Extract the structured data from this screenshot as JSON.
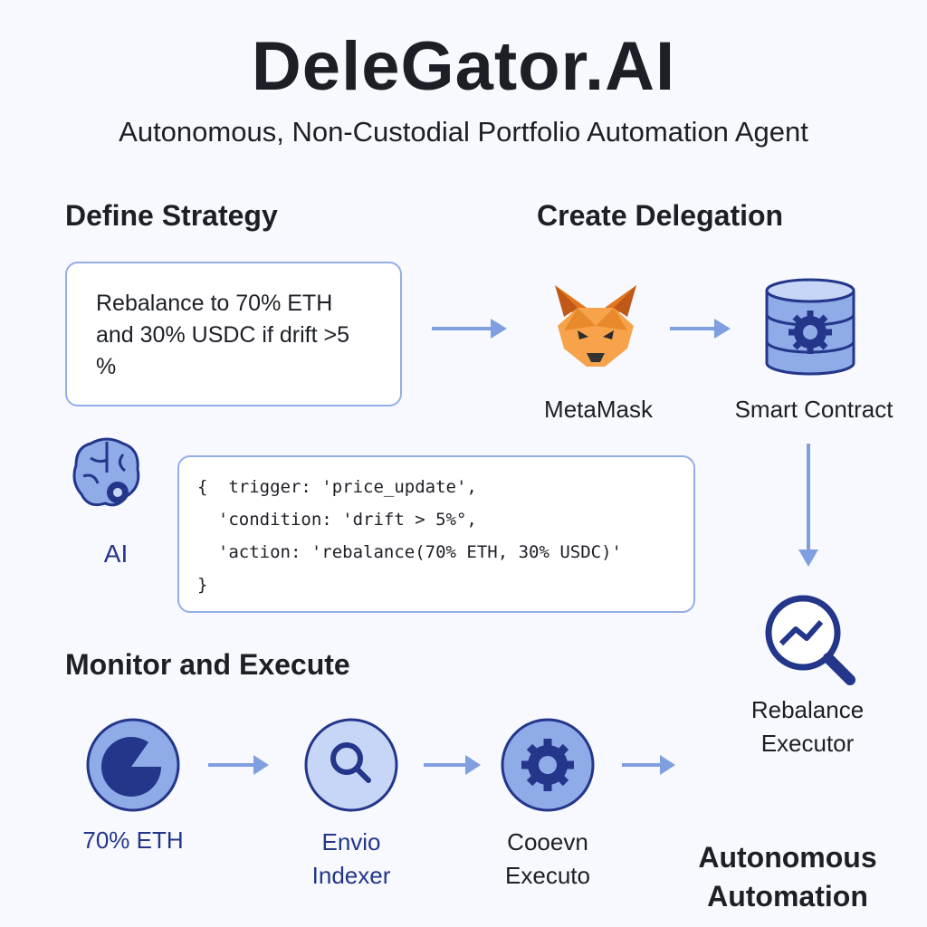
{
  "header": {
    "title": "DeleGator.AI",
    "subtitle": "Autonomous, Non-Custodial Portfolio Automation Agent"
  },
  "sections": {
    "define_strategy": "Define Strategy",
    "create_delegation": "Create Delegation",
    "monitor_execute": "Monitor and Execute"
  },
  "strategy": {
    "lines": [
      "Rebalance to 70% ETH",
      "and 30% USDC if drift >5",
      "%"
    ]
  },
  "delegation": {
    "metamask_label": "MetaMask",
    "smart_contract_label": "Smart Contract"
  },
  "ai": {
    "label": "AI",
    "code_lines": [
      "{  trigger: 'price_update',",
      "  'condition: 'drift > 5%°,",
      "  'action: 'rebalance(70% ETH, 30% USDC)'",
      "}"
    ]
  },
  "executor": {
    "label_lines": [
      "Rebalance",
      "Executor"
    ]
  },
  "monitor": {
    "eth_label": "70% ETH",
    "envio_lines": [
      "Envio",
      "Indexer"
    ],
    "cooevn_lines": [
      "Cooevn",
      "Executo"
    ]
  },
  "footer": {
    "lines": [
      "Autonomous",
      "Automation"
    ]
  },
  "colors": {
    "dark_blue": "#23368a",
    "mid_blue": "#8fabe8",
    "light_blue": "#c7d6f7",
    "arrow": "#7f9fe0",
    "fox": "#f0922e"
  }
}
